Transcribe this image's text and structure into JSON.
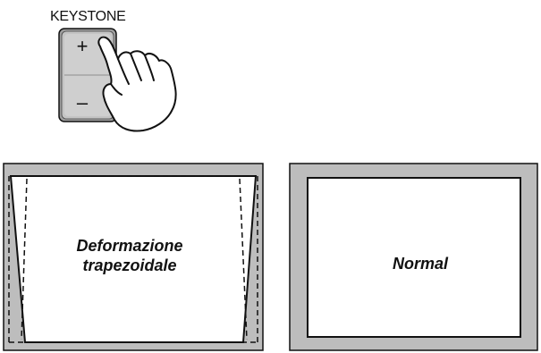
{
  "keystone_control": {
    "label": "KEYSTONE",
    "plus_symbol": "+",
    "minus_symbol": "–",
    "hand_icon": "pointing-hand-icon"
  },
  "screens": {
    "keystone_screen": {
      "caption_line1": "Deformazione",
      "caption_line2": "trapezoidale"
    },
    "normal_screen": {
      "caption": "Normal"
    }
  },
  "colors": {
    "frame_gray": "#bdbdbd",
    "button_gray": "#c4c4c4",
    "outline": "#111111"
  }
}
